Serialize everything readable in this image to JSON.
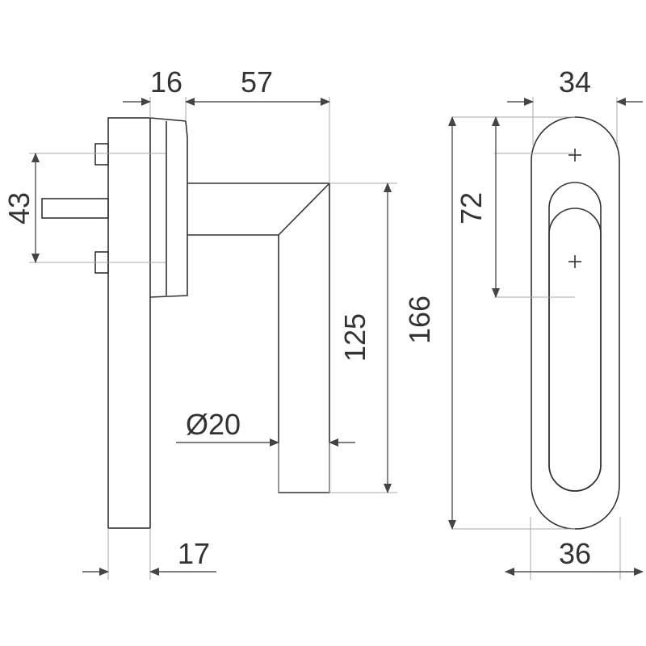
{
  "diagram": {
    "dimensions": {
      "top_flange_width": "16",
      "top_lever_reach": "57",
      "spindle_spacing": "43",
      "lever_length": "125",
      "lever_diameter": "Ø20",
      "base_depth": "17",
      "rose_width_top": "34",
      "screw_spacing": "72",
      "rose_height": "166",
      "rose_width_bottom": "36"
    },
    "colors": {
      "line": "#333333",
      "dimension": "#555555",
      "extension": "#aaaaaa"
    }
  }
}
